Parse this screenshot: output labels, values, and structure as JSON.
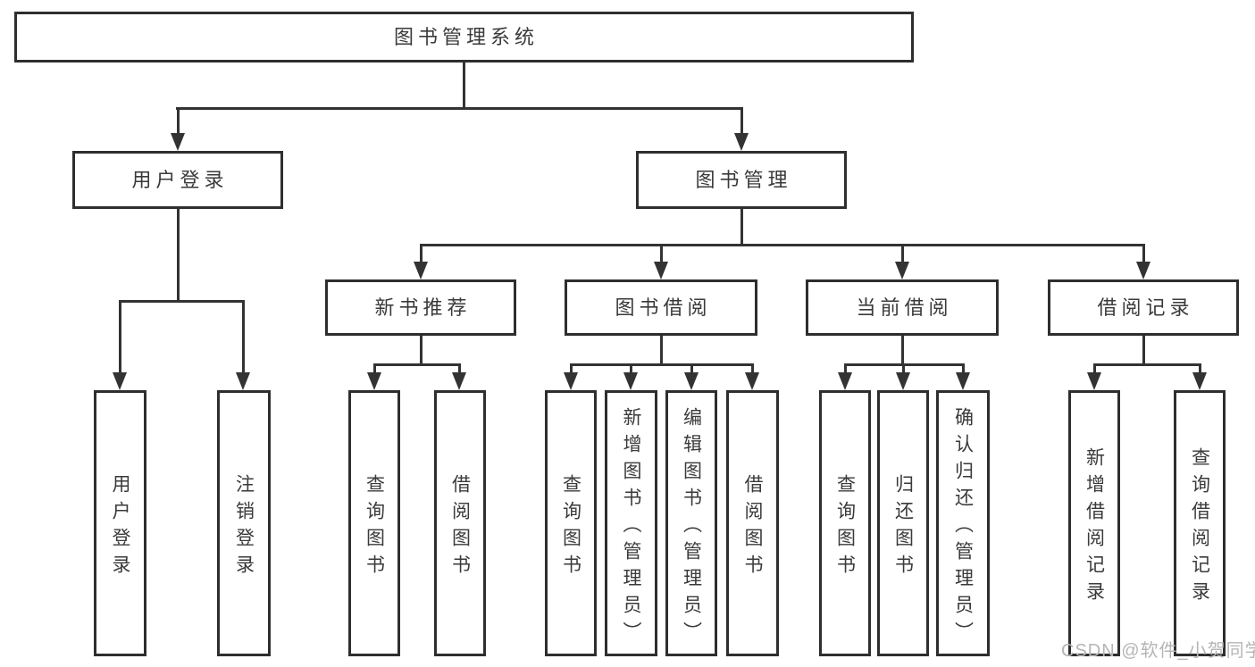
{
  "colors": {
    "line": "#333333",
    "box_border": "#2e2e2e",
    "text": "#3a3a3a",
    "watermark": "#b5b5b5",
    "background": "#ffffff"
  },
  "tree": {
    "label": "图书管理系统",
    "children": [
      {
        "label": "用户登录",
        "children": [
          {
            "label": "用户登录"
          },
          {
            "label": "注销登录"
          }
        ]
      },
      {
        "label": "图书管理",
        "children": [
          {
            "label": "新书推荐",
            "children": [
              {
                "label": "查询图书"
              },
              {
                "label": "借阅图书"
              }
            ]
          },
          {
            "label": "图书借阅",
            "children": [
              {
                "label": "查询图书"
              },
              {
                "label": "新增图书（管理员）"
              },
              {
                "label": "编辑图书（管理员）"
              },
              {
                "label": "借阅图书"
              }
            ]
          },
          {
            "label": "当前借阅",
            "children": [
              {
                "label": "查询图书"
              },
              {
                "label": "归还图书"
              },
              {
                "label": "确认归还（管理员）"
              }
            ]
          },
          {
            "label": "借阅记录",
            "children": [
              {
                "label": "新增借阅记录"
              },
              {
                "label": "查询借阅记录"
              }
            ]
          }
        ]
      }
    ]
  },
  "watermark": {
    "text": "CSDN @软件_小贺同学"
  }
}
